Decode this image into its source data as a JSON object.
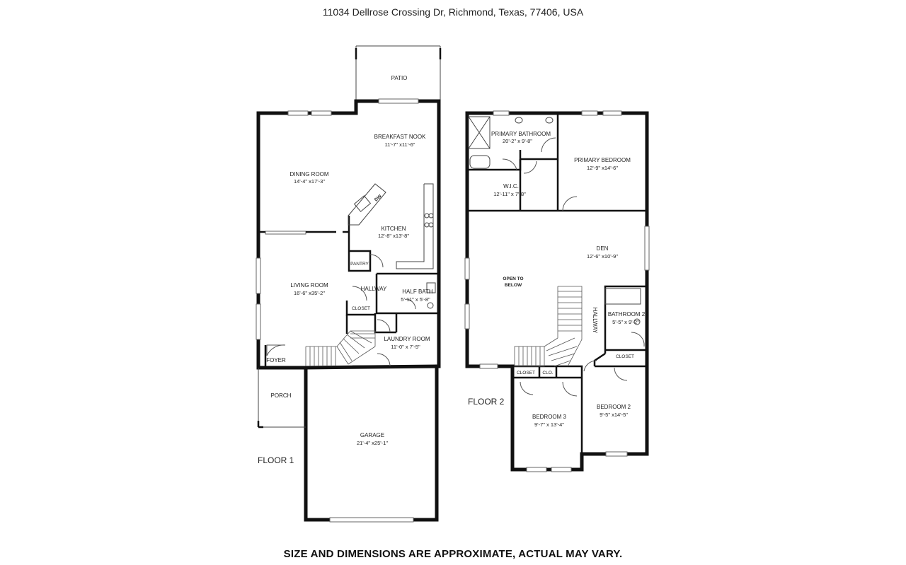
{
  "address": "11034 Dellrose Crossing Dr, Richmond, Texas, 77406, USA",
  "disclaimer": "SIZE AND DIMENSIONS ARE APPROXIMATE, ACTUAL MAY VARY.",
  "floor1": {
    "label": "FLOOR 1",
    "rooms": {
      "patio": {
        "name": "PATIO"
      },
      "breakfast_nook": {
        "name": "BREAKFAST NOOK",
        "dim": "11'-7\" x11'-6\""
      },
      "dining_room": {
        "name": "DINING ROOM",
        "dim": "14'-4\" x17'-3\""
      },
      "kitchen": {
        "name": "KITCHEN",
        "dim": "12'-8\" x13'-8\""
      },
      "pantry": {
        "name": "PANTRY"
      },
      "living_room": {
        "name": "LIVING ROOM",
        "dim": "16'-6\" x35'-2\""
      },
      "hallway": {
        "name": "HALLWAY"
      },
      "half_bath": {
        "name": "HALF BATH",
        "dim": "5'-11\" x 5'-8\""
      },
      "closet": {
        "name": "CLOSET"
      },
      "laundry_room": {
        "name": "LAUNDRY ROOM",
        "dim": "11'-0\" x 7'-5\""
      },
      "foyer": {
        "name": "FOYER"
      },
      "porch": {
        "name": "PORCH"
      },
      "garage": {
        "name": "GARAGE",
        "dim": "21'-4\" x25'-1\""
      }
    },
    "dw_label": "DW"
  },
  "floor2": {
    "label": "FLOOR 2",
    "rooms": {
      "primary_bathroom": {
        "name": "PRIMARY BATHROOM",
        "dim": "20'-2\" x 9'-8\""
      },
      "primary_bedroom": {
        "name": "PRIMARY BEDROOM",
        "dim": "12'-9\" x14'-6\""
      },
      "wic": {
        "name": "W.I.C.",
        "dim": "12'-11\" x 7'-8\""
      },
      "open_to_below": {
        "line1": "OPEN TO",
        "line2": "BELOW"
      },
      "den": {
        "name": "DEN",
        "dim": "12'-6\" x10'-9\""
      },
      "hallway": {
        "name": "HALLWAY"
      },
      "bathroom2": {
        "name": "BATHROOM 2",
        "dim": "5'-5\" x 9'-2\""
      },
      "closet_right": {
        "name": "CLOSET"
      },
      "closet_left": {
        "name": "CLOSET"
      },
      "clo": {
        "name": "CLO."
      },
      "bedroom3": {
        "name": "BEDROOM 3",
        "dim": "9'-7\" x 13'-4\""
      },
      "bedroom2": {
        "name": "BEDROOM 2",
        "dim": "9'-5\" x14'-5\""
      }
    }
  }
}
